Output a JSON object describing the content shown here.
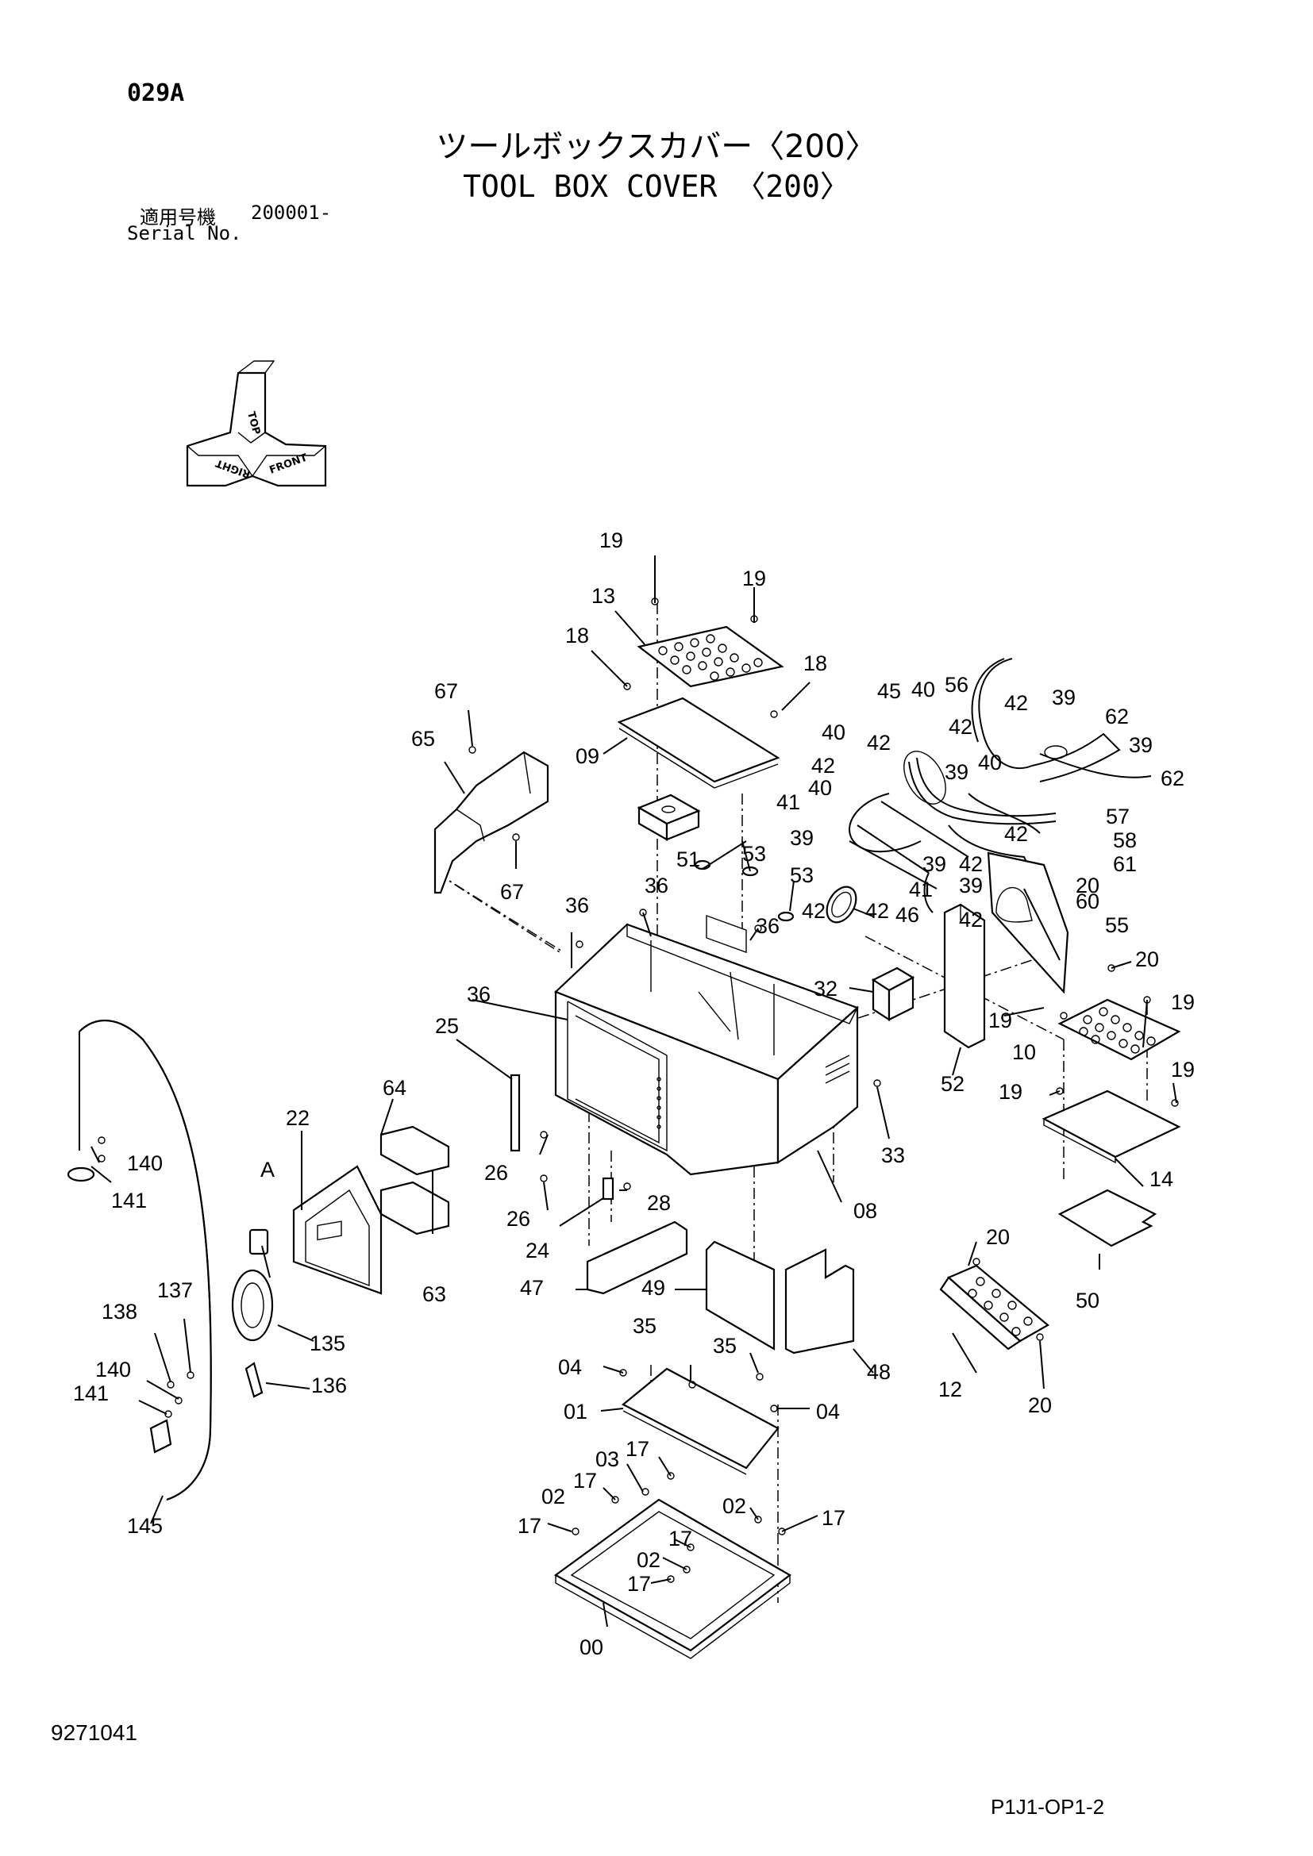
{
  "header": {
    "page_code": "029A",
    "title_jp": "ツールボックスカバー〈200〉",
    "title_en": "TOOL BOX COVER 〈200〉",
    "serial_label_jp": "適用号機",
    "serial_value": "200001-",
    "serial_label_en": "Serial No."
  },
  "orientation": {
    "top": "TOP",
    "right": "RIGHT",
    "front": "FRONT"
  },
  "callout_letter": "A",
  "labels": {
    "l19a": "19",
    "l19b": "19",
    "l13": "13",
    "l18a": "18",
    "l18b": "18",
    "l09": "09",
    "l51": "51",
    "l67a": "67",
    "l65": "65",
    "l67b": "67",
    "l45": "45",
    "l40a": "40",
    "l56": "56",
    "l42a": "42",
    "l39a": "39",
    "l62a": "62",
    "l39b": "39",
    "l62b": "62",
    "l40b": "40",
    "l42b": "42",
    "l42c": "42",
    "l39c": "39",
    "l40c": "40",
    "l42d": "42",
    "l57": "57",
    "l40d": "40",
    "l58": "58",
    "l41a": "41",
    "l42e": "42",
    "l61": "61",
    "l39d": "39",
    "l20a": "20",
    "l53a": "53",
    "l39e": "39",
    "l60": "60",
    "l53b": "53",
    "l42f": "42",
    "l42g": "42",
    "l41b": "41",
    "l42h": "42",
    "l55": "55",
    "l36a": "36",
    "l36b": "36",
    "l36c": "36",
    "l46": "46",
    "l20b": "20",
    "l36d": "36",
    "l32": "32",
    "l19c": "19",
    "l19d": "19",
    "l10": "10",
    "l25": "25",
    "l52": "52",
    "l19e": "19",
    "l19f": "19",
    "l64": "64",
    "l22": "22",
    "l33": "33",
    "l140a": "140",
    "l141a": "141",
    "l26a": "26",
    "l28": "28",
    "l14": "14",
    "l26b": "26",
    "l08": "08",
    "l24": "24",
    "l63": "63",
    "l20c": "20",
    "l137": "137",
    "l47": "47",
    "l49": "49",
    "l50": "50",
    "l138": "138",
    "l135": "135",
    "l35a": "35",
    "l35b": "35",
    "l140b": "140",
    "l136": "136",
    "l04a": "04",
    "l48": "48",
    "l141b": "141",
    "l12": "12",
    "l20d": "20",
    "l01": "01",
    "l04b": "04",
    "l03": "03",
    "l17a": "17",
    "l145": "145",
    "l17b": "17",
    "l02a": "02",
    "l02b": "02",
    "l17c": "17",
    "l17d": "17",
    "l17e": "17",
    "l02c": "02",
    "l17f": "17",
    "l00": "00"
  },
  "footer": {
    "doc_id": "9271041",
    "page_ref": "P1J1-OP1-2"
  }
}
